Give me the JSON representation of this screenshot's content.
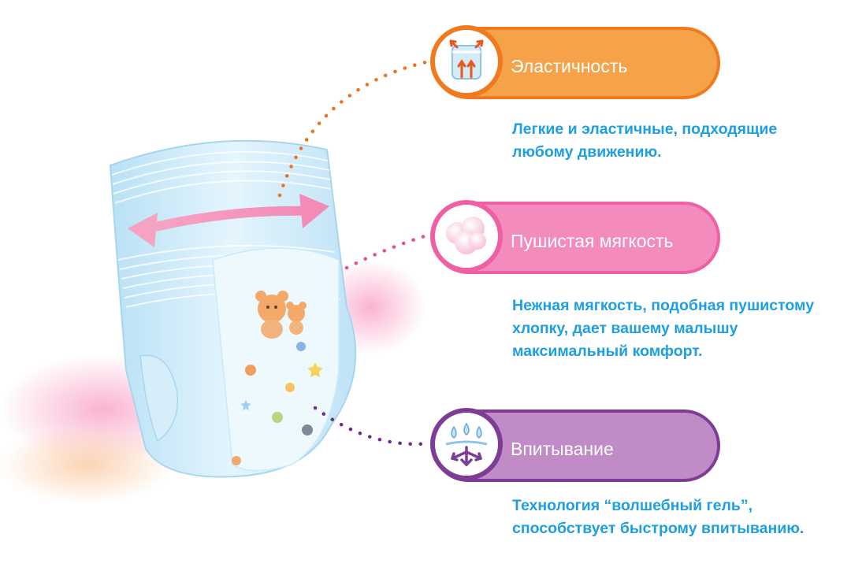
{
  "colors": {
    "elasticity": "#f5a248",
    "elasticity_ring": "#f07a1f",
    "softness": "#f38cbd",
    "softness_ring": "#ee5fa4",
    "absorption": "#c08bc6",
    "absorption_ring": "#7d3d94",
    "text_blue": "#1e9fe0",
    "diaper": "#cdeaf8"
  },
  "features": [
    {
      "title": "Эластичность",
      "icon": "stretch-diaper-icon",
      "desc_lines": [
        "Легкие и эластичные, подходящие",
        "любому движению."
      ]
    },
    {
      "title": "Пушистая мягкость",
      "icon": "cotton-puff-icon",
      "desc_lines": [
        "Нежная мягкость, подобная пушистому",
        "хлопку, дает вашему малышу",
        "максимальный комфорт."
      ]
    },
    {
      "title": "Впитывание",
      "icon": "absorb-drops-icon",
      "desc_lines": [
        "Технология “волшебный гель”,",
        "способствует быстрому впитыванию."
      ]
    }
  ]
}
